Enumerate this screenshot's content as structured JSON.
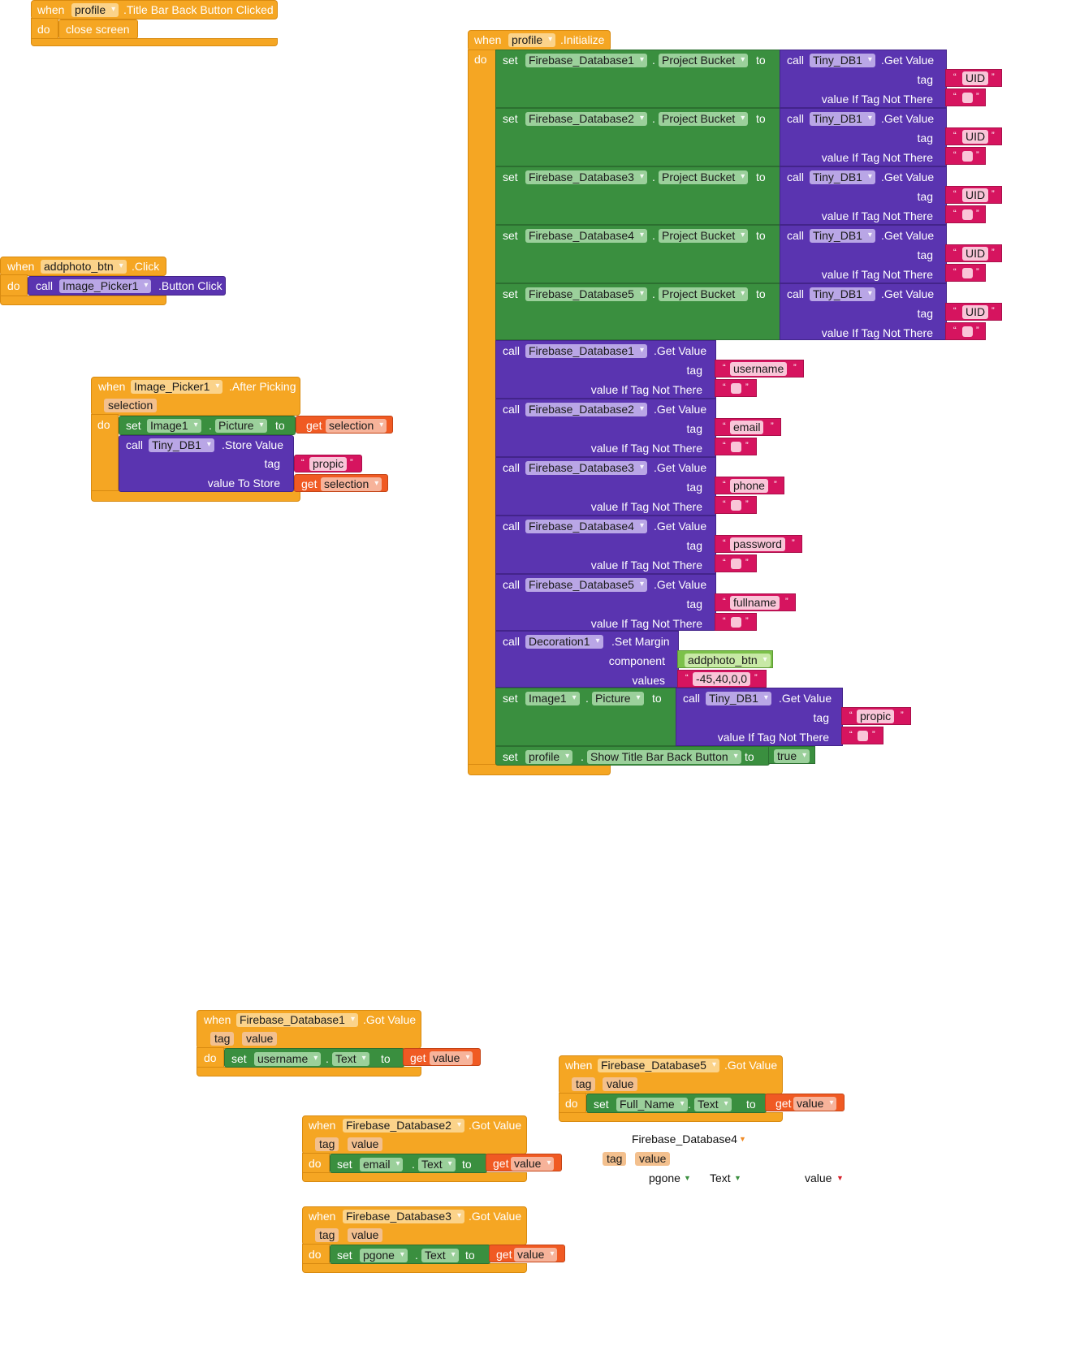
{
  "kw": {
    "when": "when",
    "do": "do",
    "set": "set",
    "to": "to",
    "call": "call",
    "get": "get",
    "tag": "tag",
    "value": "value",
    "dot": "."
  },
  "blk1": {
    "component": "profile",
    "event": ".Title Bar Back Button Clicked",
    "stmt": "close screen"
  },
  "blk2": {
    "component": "addphoto_btn",
    "event": ".Click",
    "target": "Image_Picker1",
    "method": ".Button Click"
  },
  "blk3": {
    "component": "Image_Picker1",
    "event": ".After Picking",
    "param": "selection",
    "set_comp": "Image1",
    "set_prop": "Picture",
    "get_var": "selection",
    "call_comp": "Tiny_DB1",
    "call_method": ".Store Value",
    "tag_label": "tag",
    "tag_value": "propic",
    "store_label": "value To Store",
    "store_var": "selection"
  },
  "init": {
    "component": "profile",
    "event": ".Initialize",
    "bucket_prop": "Project Bucket",
    "tinydb": "Tiny_DB1",
    "get_value": ".Get Value",
    "tag_label": "tag",
    "not_there_label": "value If Tag Not There",
    "uid": "UID",
    "buckets": [
      "Firebase_Database1",
      "Firebase_Database2",
      "Firebase_Database3",
      "Firebase_Database4",
      "Firebase_Database5"
    ],
    "gets": [
      {
        "comp": "Firebase_Database1",
        "tag": "username"
      },
      {
        "comp": "Firebase_Database2",
        "tag": "email"
      },
      {
        "comp": "Firebase_Database3",
        "tag": "phone"
      },
      {
        "comp": "Firebase_Database4",
        "tag": "password"
      },
      {
        "comp": "Firebase_Database5",
        "tag": "fullname"
      }
    ],
    "margin": {
      "comp": "Decoration1",
      "method": ".Set Margin",
      "component_label": "component",
      "component_value": "addphoto_btn",
      "values_label": "values",
      "values_value": "-45,40,0,0"
    },
    "picture": {
      "comp": "Image1",
      "prop": "Picture",
      "db": "Tiny_DB1",
      "method": ".Get Value",
      "tag": "propic"
    },
    "titlebar": {
      "comp": "profile",
      "prop": "Show Title Bar Back Button",
      "value": "true"
    }
  },
  "got": [
    {
      "component": "Firebase_Database1",
      "event": ".Got Value",
      "target": "username",
      "prop": "Text"
    },
    {
      "component": "Firebase_Database2",
      "event": ".Got Value",
      "target": "email",
      "prop": "Text"
    },
    {
      "component": "Firebase_Database3",
      "event": ".Got Value",
      "target": "pgone",
      "prop": "Text"
    },
    {
      "component": "Firebase_Database5",
      "event": ".Got Value",
      "target": "Full_Name",
      "prop": "Text"
    }
  ],
  "ghost": {
    "component": "Firebase_Database4",
    "tag": "tag",
    "value": "value",
    "target": "pgone",
    "prop": "Text",
    "val": "value"
  },
  "colors": {
    "event": "#f5a623",
    "setter": "#3a8f3f",
    "call": "#5a34b0",
    "text": "#d6145f",
    "getter": "#f05a23"
  }
}
